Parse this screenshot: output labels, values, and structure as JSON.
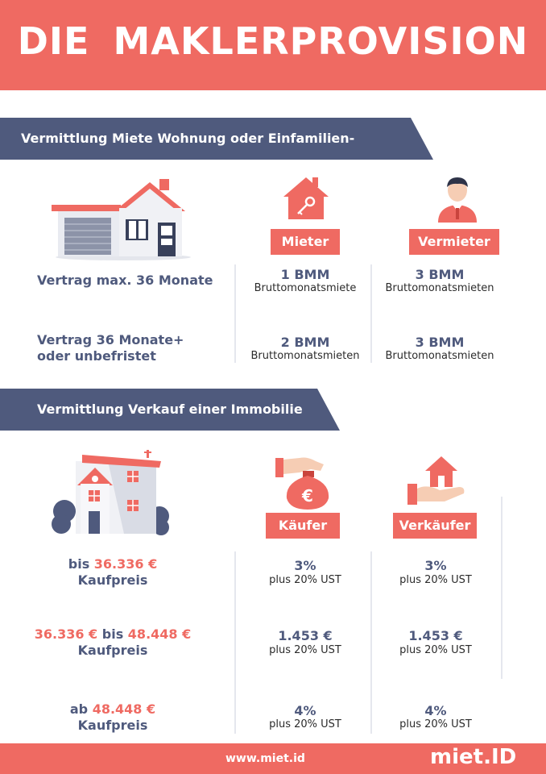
{
  "header": {
    "title": "DIE MAKLERPROVISION"
  },
  "rental": {
    "banner": "Vermittlung Miete Wohnung oder Einfamilien-",
    "col1": "Mieter",
    "col2": "Vermieter",
    "rows": [
      {
        "label": "Vertrag max. 36 Monate",
        "c1_big": "1 BMM",
        "c1_sub": "Bruttomonatsmiete",
        "c2_big": "3 BMM",
        "c2_sub": "Bruttomonatsmieten"
      },
      {
        "label1": "Vertrag 36 Monate+",
        "label2": "oder unbefristet",
        "c1_big": "2 BMM",
        "c1_sub": "Bruttomonatsmieten",
        "c2_big": "3 BMM",
        "c2_sub": "Bruttomonatsmieten"
      }
    ]
  },
  "sale": {
    "banner": "Vermittlung Verkauf einer Immobilie",
    "col1": "Käufer",
    "col2": "Verkäufer",
    "rows": [
      {
        "pre": "bis ",
        "amount": "36.336 €",
        "label2": "Kaufpreis",
        "c1_big": "3%",
        "c1_sub": "plus 20% UST",
        "c2_big": "3%",
        "c2_sub": "plus 20% UST"
      },
      {
        "amount_a": "36.336 €",
        "mid": " bis ",
        "amount_b": "48.448 €",
        "label2": "Kaufpreis",
        "c1_big": "1.453 €",
        "c1_sub": "plus 20% UST",
        "c2_big": "1.453 €",
        "c2_sub": "plus 20% UST"
      },
      {
        "pre": "ab ",
        "amount": "48.448 €",
        "label2": "Kaufpreis",
        "c1_big": "4%",
        "c1_sub": "plus 20% UST",
        "c2_big": "4%",
        "c2_sub": "plus 20% UST"
      }
    ]
  },
  "footer": {
    "url": "www.miet.id",
    "logo": "miet.ID"
  },
  "icons": [
    "house-garage-illustration",
    "house-key-icon",
    "landlord-avatar-icon",
    "townhouse-illustration",
    "money-bag-euro-icon",
    "hand-house-icon"
  ],
  "colors": {
    "accent": "#ef6a62",
    "navy": "#4f5a7d"
  }
}
